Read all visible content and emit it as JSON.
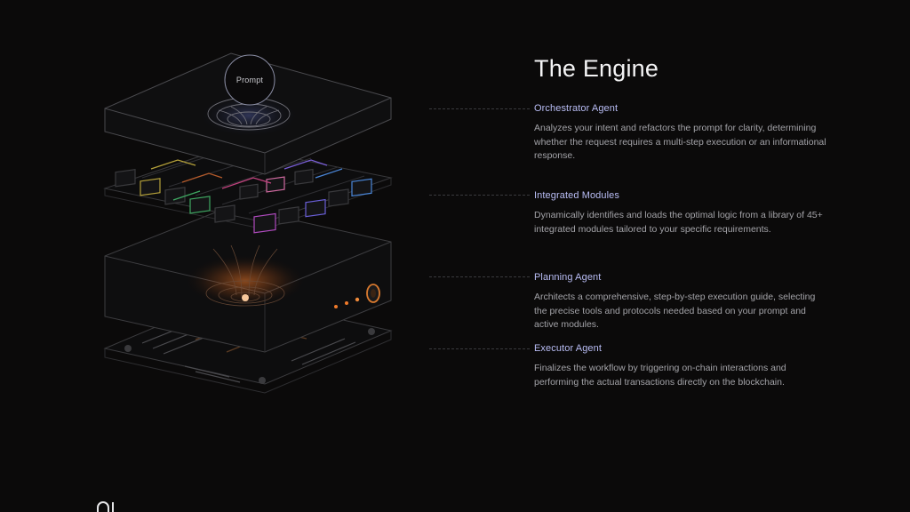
{
  "section_title": "The Engine",
  "illustration": {
    "prompt_label": "Prompt"
  },
  "features": [
    {
      "title": "Orchestrator Agent",
      "description": "Analyzes your intent and refactors the prompt for clarity, determining whether the request requires a multi-step execution or an informational response."
    },
    {
      "title": "Integrated Modules",
      "description": "Dynamically identifies and loads the optimal logic from a library of 45+ integrated modules tailored to your specific requirements."
    },
    {
      "title": "Planning Agent",
      "description": "Architects a comprehensive, step-by-step execution guide, selecting the precise tools and protocols needed based on your prompt and active modules."
    },
    {
      "title": "Executor Agent",
      "description": "Finalizes the workflow by triggering on-chain interactions and performing the actual transactions directly on the blockchain."
    }
  ],
  "colors": {
    "background": "#0b0a0a",
    "accent_heading": "#b9bdf5",
    "body_text": "#a3a3a8",
    "orange_glow": "#f07a2a"
  },
  "icons": {
    "logo": "brand-logo-icon"
  }
}
